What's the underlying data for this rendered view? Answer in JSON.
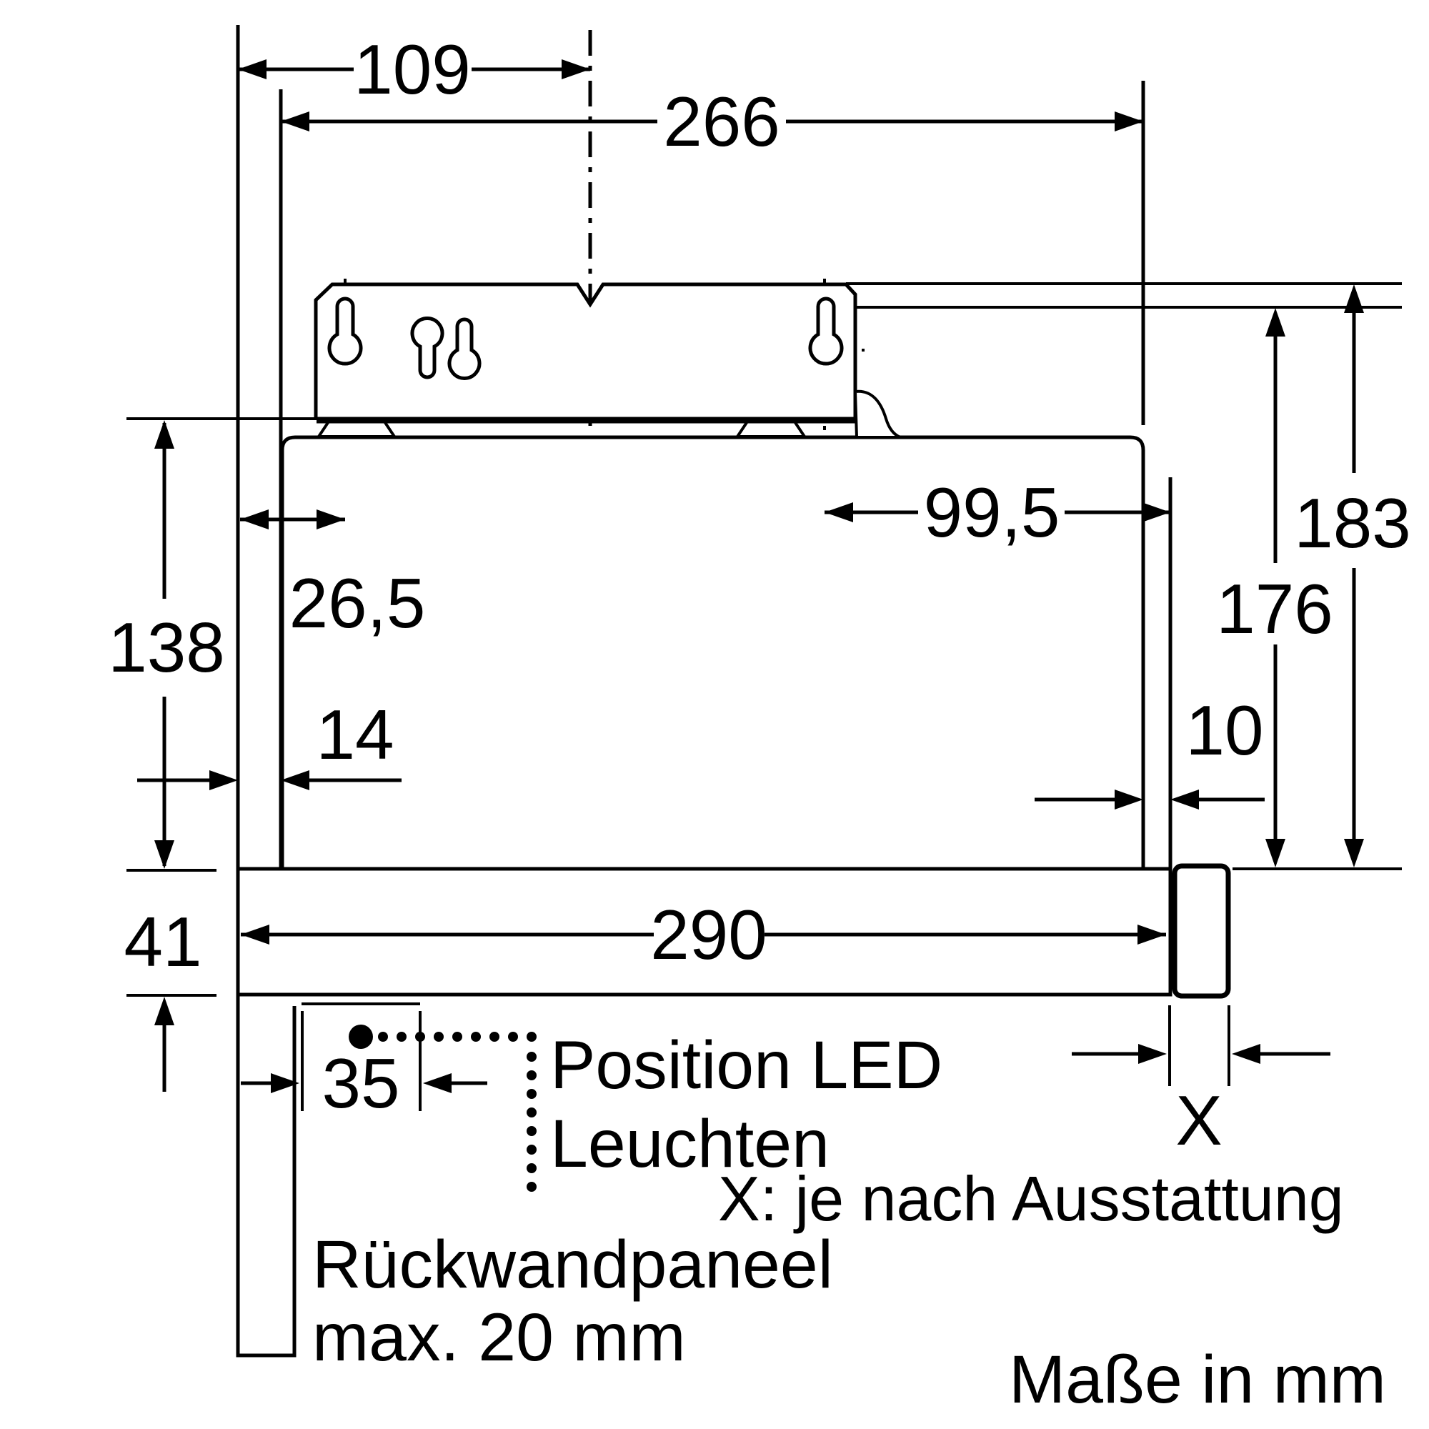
{
  "dims": {
    "d109": "109",
    "d266": "266",
    "d26_5": "26,5",
    "d99_5": "99,5",
    "d138": "138",
    "d41": "41",
    "d14": "14",
    "d290": "290",
    "d35": "35",
    "d10": "10",
    "d176": "176",
    "d183": "183",
    "dX": "X"
  },
  "notes": {
    "led_line1": "Position LED",
    "led_line2": "Leuchten",
    "x_note": "X: je nach Ausstattung",
    "back_panel_line1": "Rückwandpaneel",
    "back_panel_line2": "max. 20 mm",
    "units": "Maße in mm"
  },
  "colors": {
    "ink": "#000000",
    "background": "#ffffff"
  }
}
